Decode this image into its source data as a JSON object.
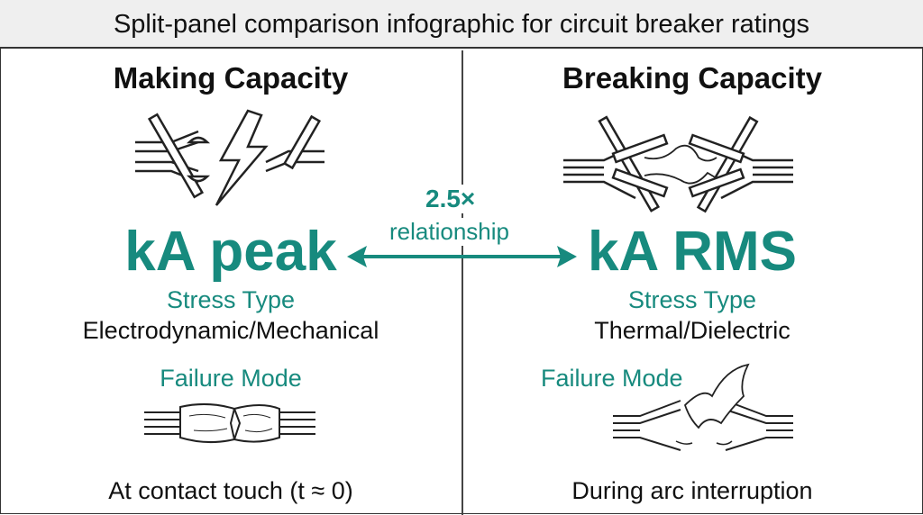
{
  "title": "Split-panel comparison infographic for circuit breaker ratings",
  "accent_color": "#178a7e",
  "relationship": {
    "value": "2.5×",
    "label": "relationship",
    "icon": "double-arrow-icon"
  },
  "left": {
    "heading": "Making Capacity",
    "unit": "kA peak",
    "stress_label": "Stress Type",
    "stress_value": "Electrodynamic/Mechanical",
    "failure_label": "Failure Mode",
    "timing": "At contact touch (t ≈ 0)",
    "icons": [
      "contacts-lightning-icon",
      "welded-contacts-icon"
    ]
  },
  "right": {
    "heading": "Breaking Capacity",
    "unit": "kA RMS",
    "stress_label": "Stress Type",
    "stress_value": "Thermal/Dielectric",
    "failure_label": "Failure Mode",
    "timing": "During arc interruption",
    "icons": [
      "contacts-arc-icon",
      "burnt-contacts-icon"
    ]
  }
}
